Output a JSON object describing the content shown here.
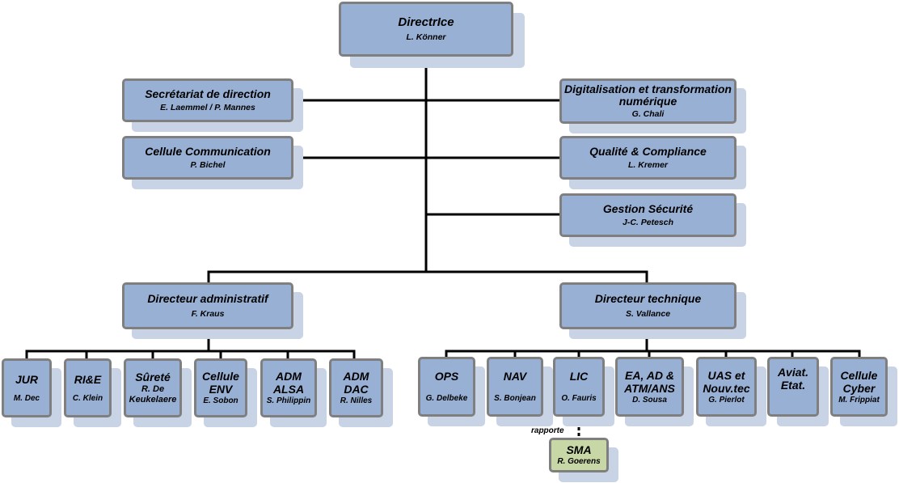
{
  "chart": {
    "top": {
      "title": "DirectrIce",
      "name": "L. Könner"
    },
    "staff_left": [
      {
        "title": "Secrétariat de direction",
        "name": "E. Laemmel / P. Mannes"
      },
      {
        "title": "Cellule Communication",
        "name": "P. Bichel"
      }
    ],
    "staff_right": [
      {
        "title": "Digitalisation et transformation  numérique",
        "name": "G. Chali"
      },
      {
        "title": "Qualité & Compliance",
        "name": "L. Kremer"
      },
      {
        "title": "Gestion Sécurité",
        "name": "J-C. Petesch"
      }
    ],
    "admin": {
      "head": {
        "title": "Directeur administratif",
        "name": "F. Kraus"
      },
      "units": [
        {
          "title": "JUR",
          "name": "M. Dec"
        },
        {
          "title": "RI&E",
          "name": "C. Klein"
        },
        {
          "title": "Sûreté",
          "name": "R. De Keukelaere"
        },
        {
          "title": "Cellule ENV",
          "name": "E. Sobon"
        },
        {
          "title": "ADM ALSA",
          "name": "S. Philippin"
        },
        {
          "title": "ADM DAC",
          "name": "R. Nilles"
        }
      ]
    },
    "tech": {
      "head": {
        "title": "Directeur technique",
        "name": "S. Vallance"
      },
      "units": [
        {
          "title": "OPS",
          "name": "G. Delbeke"
        },
        {
          "title": "NAV",
          "name": "S. Bonjean"
        },
        {
          "title": "LIC",
          "name": "O. Fauris"
        },
        {
          "title": "EA, AD & ATM/ANS",
          "name": "D. Sousa"
        },
        {
          "title": "UAS et Nouv.tec",
          "name": "G. Pierlot"
        },
        {
          "title": "Aviat. Etat.",
          "name": ""
        },
        {
          "title": "Cellule Cyber",
          "name": "M. Frippiat"
        }
      ]
    },
    "sma": {
      "title": "SMA",
      "name": "R. Goerens",
      "relation_label": "rapporte"
    }
  },
  "colors": {
    "box_fill": "#98b0d4",
    "box_border": "#7f7f7f",
    "shadow": "#c8d3e6",
    "sma_fill": "#c8d7a6",
    "line": "#000000"
  }
}
